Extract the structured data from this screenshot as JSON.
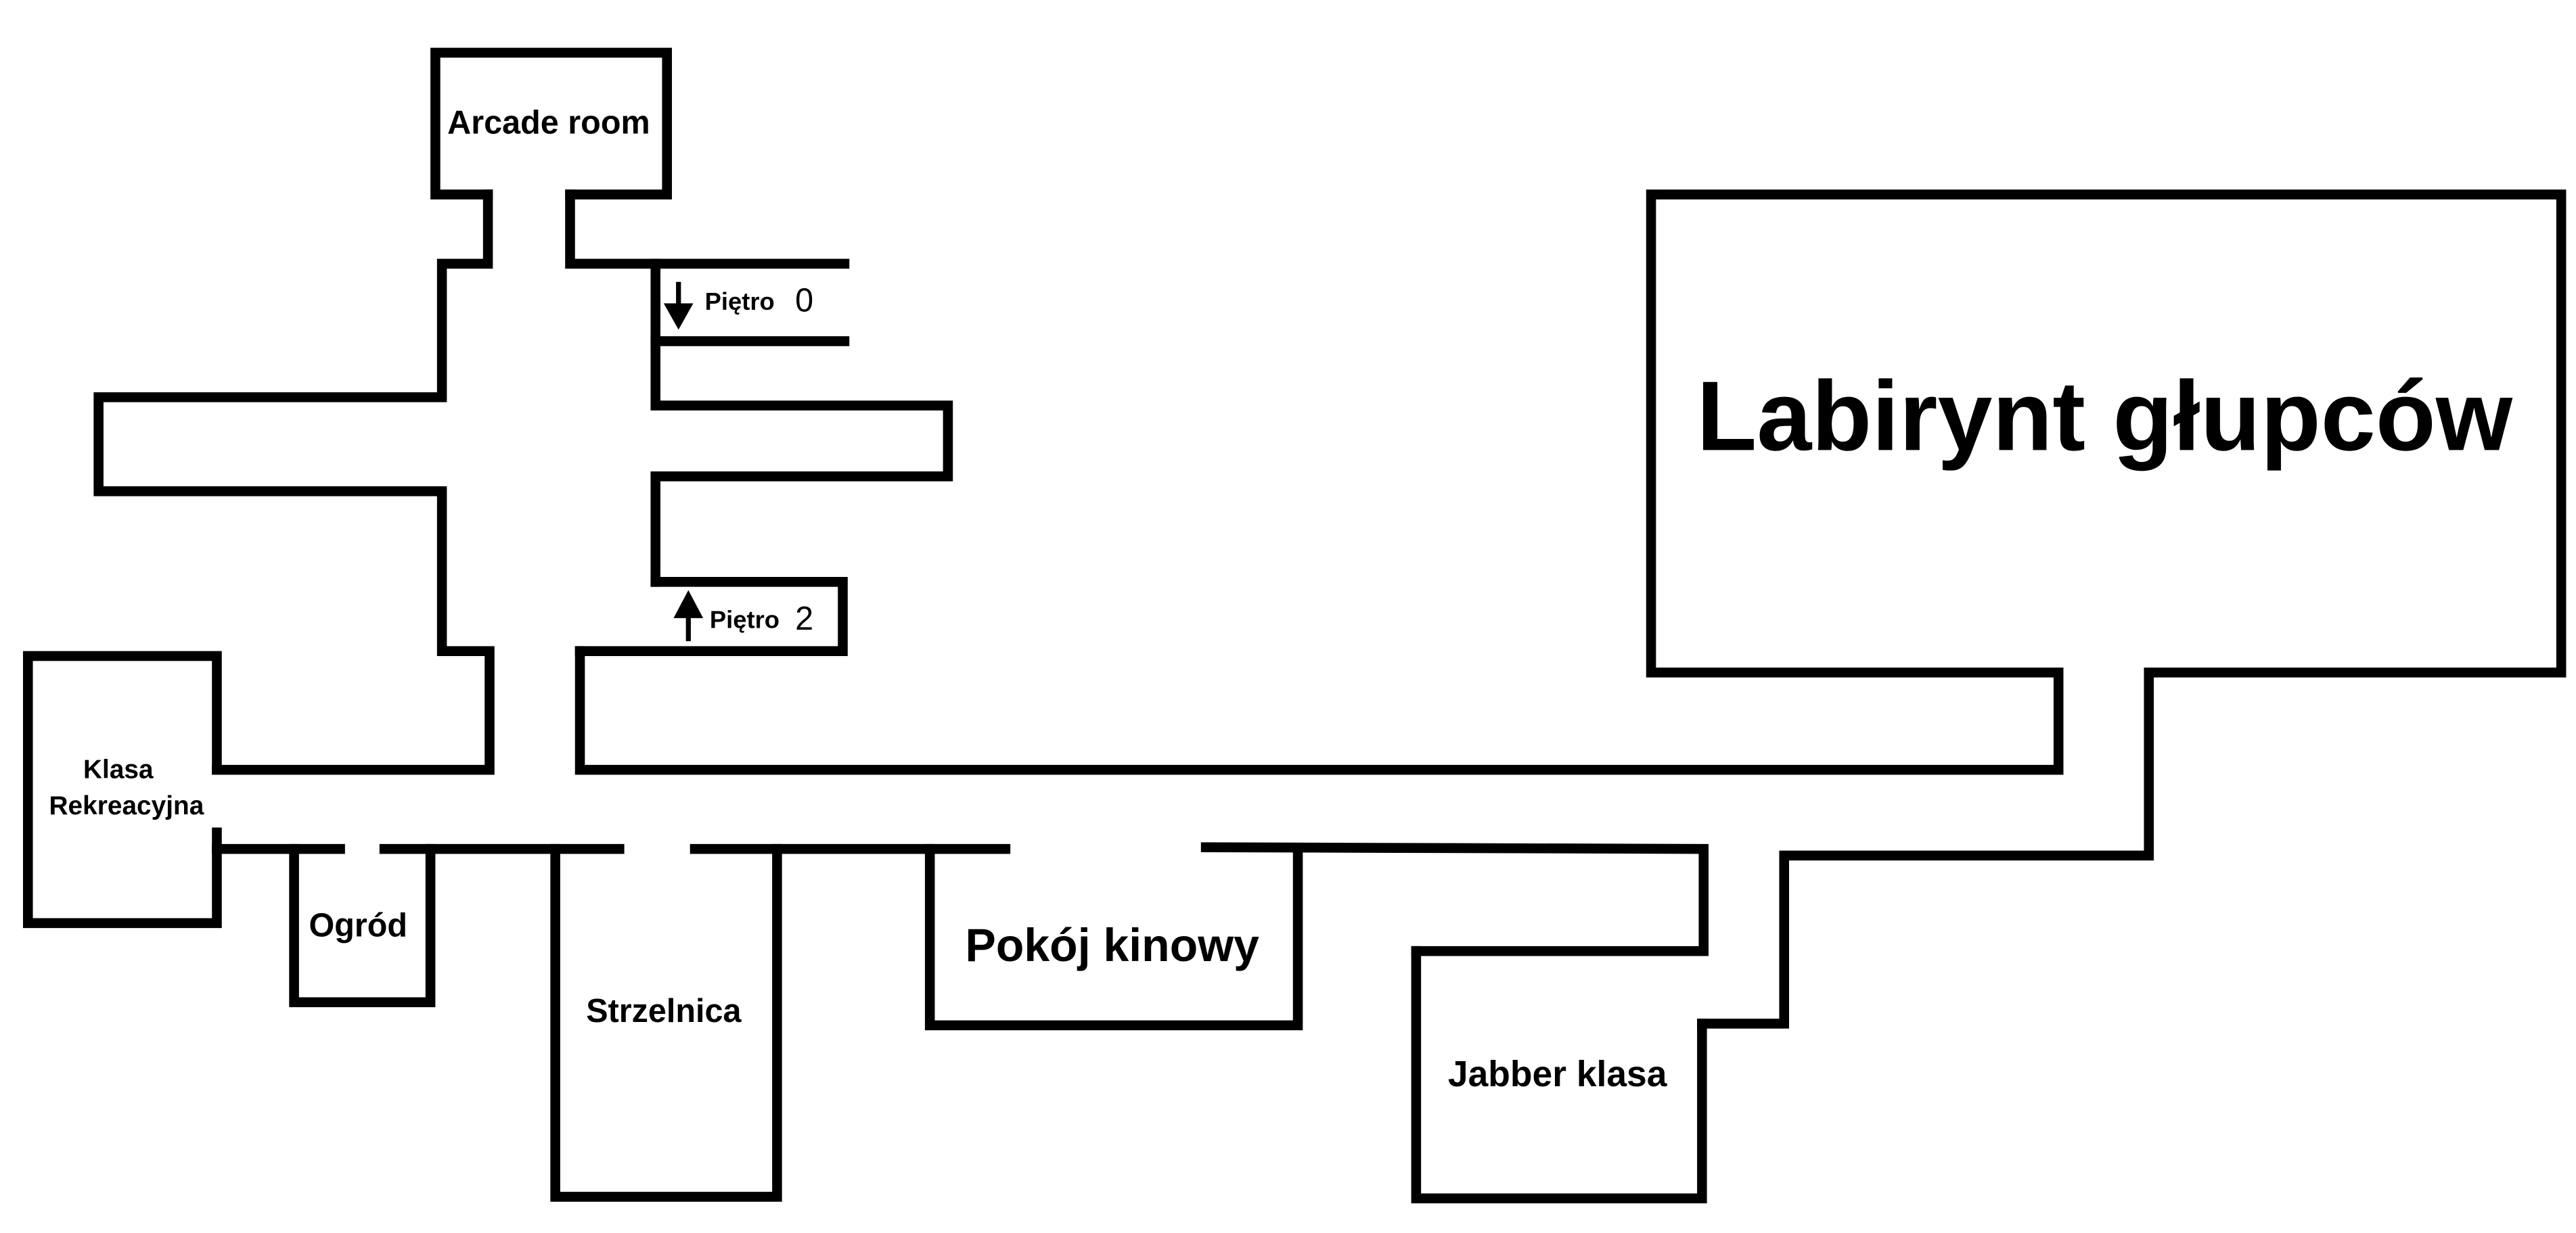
{
  "map": {
    "rooms": {
      "arcade_room": "Arcade room",
      "labirynt": "Labirynt głupców",
      "klasa_rekreacyjna_line1": "Klasa",
      "klasa_rekreacyjna_line2": "Rekreacyjna",
      "ogrod": "Ogród",
      "strzelnica": "Strzelnica",
      "pokoj_kinowy": "Pokój kinowy",
      "jabber_klasa": "Jabber klasa"
    },
    "stairs": {
      "down": {
        "label": "Piętro",
        "floor": "0",
        "direction": "down"
      },
      "up": {
        "label": "Piętro",
        "floor": "2",
        "direction": "up"
      }
    },
    "line_color": "#000000",
    "background_color": "#ffffff"
  }
}
